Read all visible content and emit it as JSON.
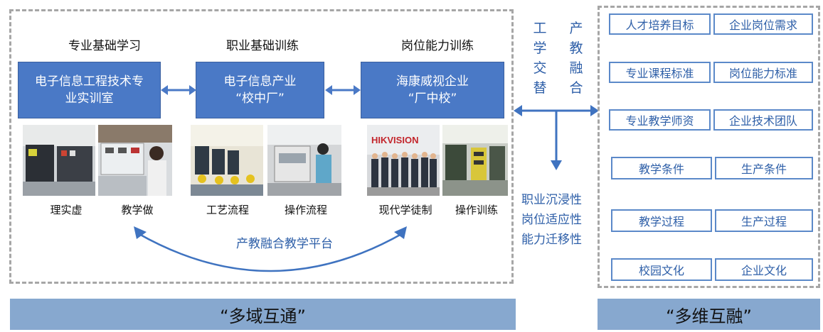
{
  "left_panel": {
    "columns": [
      {
        "title": "专业基础学习",
        "box_lines": [
          "电子信息工程技术专",
          "业实训室"
        ],
        "captions": [
          "理实虚",
          "教学做"
        ]
      },
      {
        "title": "职业基础训练",
        "box_lines": [
          "电子信息产业",
          "“校中厂”"
        ],
        "captions": [
          "工艺流程",
          "操作流程"
        ]
      },
      {
        "title": "岗位能力训练",
        "box_lines": [
          "海康威视企业",
          "“厂中校”"
        ],
        "captions": [
          "现代学徒制",
          "操作训练"
        ]
      }
    ],
    "platform_label": "产教融合教学平台",
    "photo_sign_text": "HIKVISION"
  },
  "middle": {
    "left_vertical": [
      "工",
      "学",
      "交",
      "替"
    ],
    "right_vertical": [
      "产",
      "教",
      "融",
      "合"
    ],
    "outcomes": [
      "职业沉浸性",
      "岗位适应性",
      "能力迁移性"
    ]
  },
  "right_panel": {
    "rows": [
      [
        "人才培养目标",
        "企业岗位需求"
      ],
      [
        "专业课程标准",
        "岗位能力标准"
      ],
      [
        "专业教学师资",
        "企业技术团队"
      ],
      [
        "教学条件",
        "生产条件"
      ],
      [
        "教学过程",
        "生产过程"
      ],
      [
        "校园文化",
        "企业文化"
      ]
    ]
  },
  "banners": {
    "left": "“多域互通”",
    "right": "“多维互融”"
  },
  "colors": {
    "box_blue": "#4a79c6",
    "text_blue": "#2e5fa8",
    "banner": "#87a8cf",
    "dash": "#a6a6a6"
  }
}
